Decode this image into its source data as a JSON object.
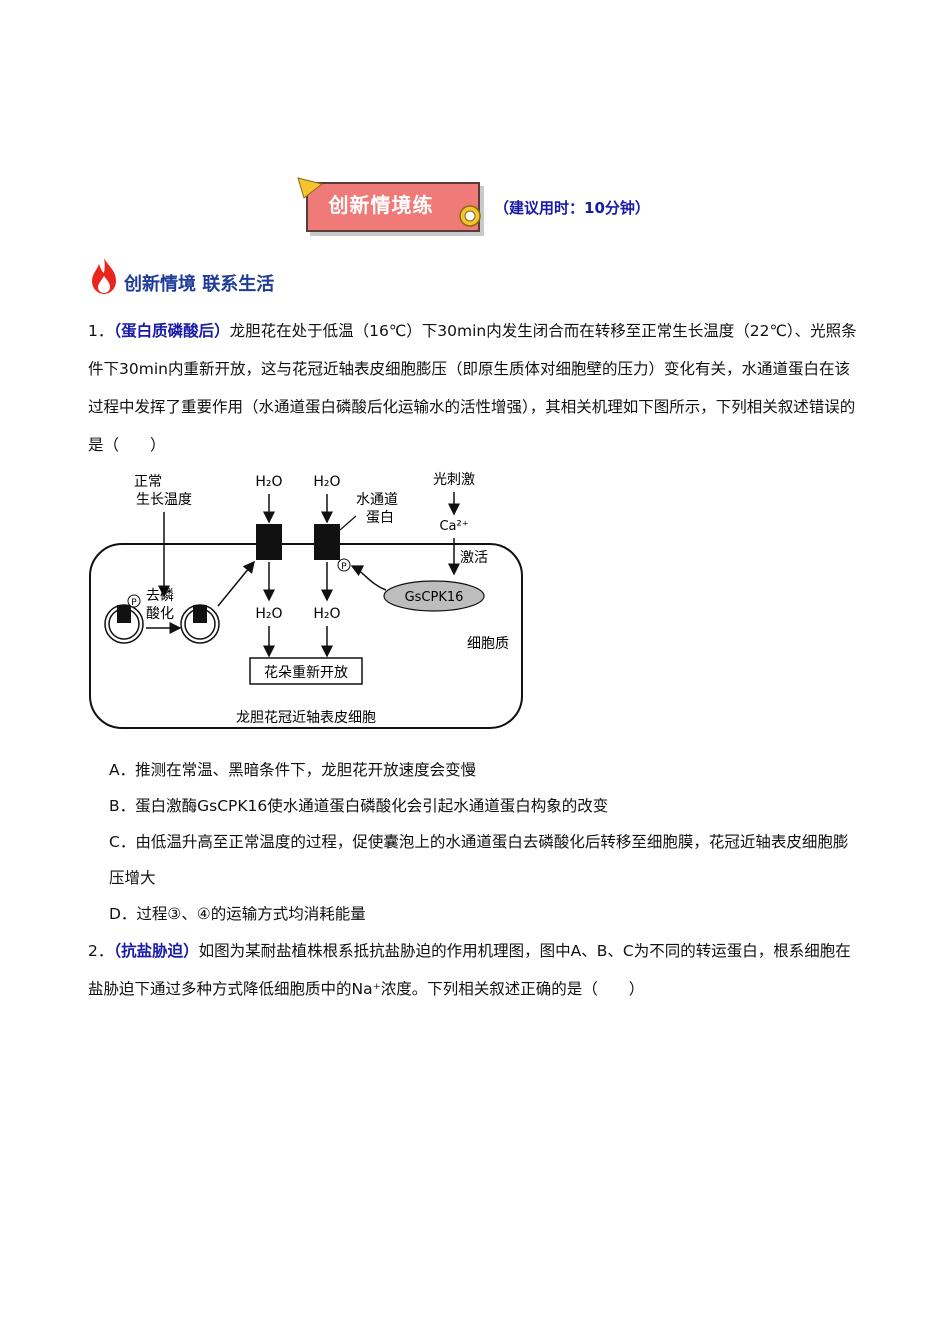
{
  "header": {
    "banner_title": "创新情境练",
    "time_hint": "（建议用时：10分钟）"
  },
  "section": {
    "title": "创新情境  联系生活"
  },
  "q1": {
    "num": "1．",
    "tag": "（蛋白质磷酸后）",
    "text": "龙胆花在处于低温（16℃）下30min内发生闭合而在转移至正常生长温度（22℃）、光照条件下30min内重新开放，这与花冠近轴表皮细胞膨压（即原生质体对细胞壁的压力）变化有关，水通道蛋白在该过程中发挥了重要作用（水通道蛋白磷酸后化运输水的活性增强），其相关机理如下图所示，下列相关叙述错误的是（　　）",
    "options": {
      "A": "A．推测在常温、黑暗条件下，龙胆花开放速度会变慢",
      "B": "B．蛋白激酶GsCPK16使水通道蛋白磷酸化会引起水通道蛋白构象的改变",
      "C": "C．由低温升高至正常温度的过程，促使囊泡上的水通道蛋白去磷酸化后转移至细胞膜，花冠近轴表皮细胞膨压增大",
      "D": "D．过程③、④的运输方式均消耗能量"
    }
  },
  "diagram": {
    "normal_temp_1": "正常",
    "normal_temp_2": "生长温度",
    "h2o_top_1": "H₂O",
    "h2o_top_2": "H₂O",
    "aquaporin_1": "水通道",
    "aquaporin_2": "蛋白",
    "light_stim": "光刺激",
    "ca": "Ca²⁺",
    "activate": "激活",
    "dephos_1": "去磷",
    "dephos_2": "酸化",
    "p_mark_1": "P",
    "p_mark_2": "P",
    "kinase": "GsCPK16",
    "h2o_bottom_1": "H₂O",
    "h2o_bottom_2": "H₂O",
    "cytoplasm": "细胞质",
    "flower_open": "花朵重新开放",
    "cell_label": "龙胆花冠近轴表皮细胞"
  },
  "q2": {
    "num": "2．",
    "tag": "（抗盐胁迫）",
    "text": "如图为某耐盐植株根系抵抗盐胁迫的作用机理图，图中A、B、C为不同的转运蛋白，根系细胞在盐胁迫下通过多种方式降低细胞质中的Na⁺浓度。下列相关叙述正确的是（　　）"
  },
  "colors": {
    "banner": "#f07a78",
    "tag_blue": "#1a1aa8",
    "section_blue": "#1f3b99",
    "flame_red": "#e8261c"
  }
}
